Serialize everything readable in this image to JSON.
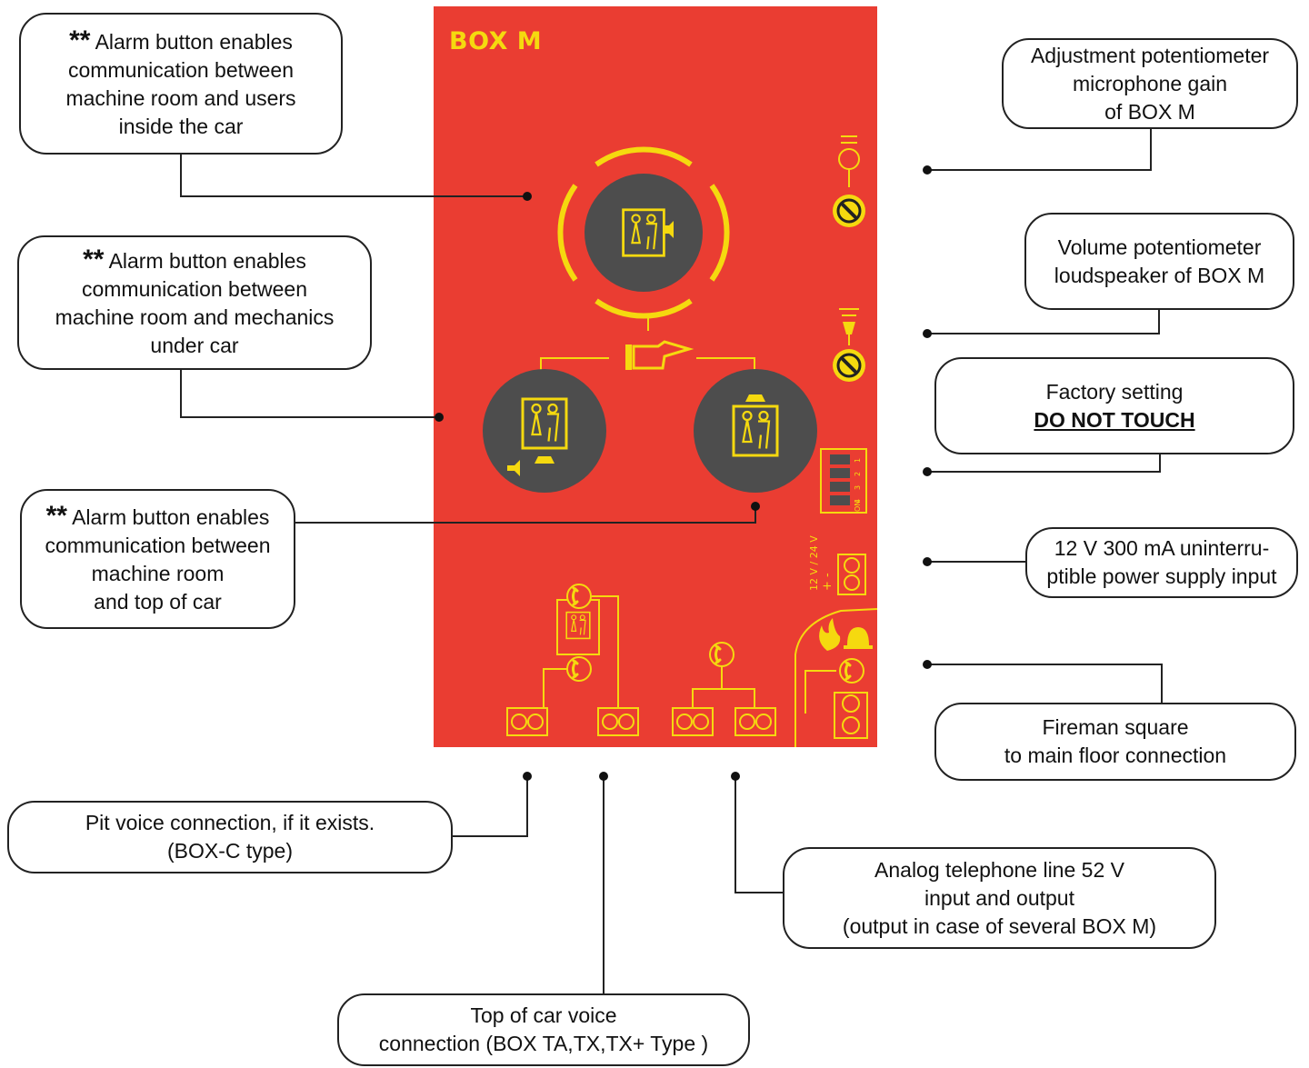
{
  "panel": {
    "title": "BOX M",
    "colors": {
      "panel_red": "#ea3d32",
      "accent_yellow": "#f5d90f",
      "button_gray": "#4d4d4d"
    },
    "dc_label": "12 V / 24 V",
    "polarity": "+ -",
    "dip_labels": [
      "1",
      "2",
      "3",
      "4"
    ],
    "dip_on": "ON",
    "icons": [
      "microphone-icon",
      "loudspeaker-icon",
      "pointing-hand-icon",
      "telephone-icon",
      "fire-icon",
      "bell-icon",
      "elevator-car-icon"
    ]
  },
  "callouts": {
    "alarm_car": {
      "stars": "**",
      "lines": [
        "Alarm button enables",
        "communication between",
        "machine room and users",
        "inside the car"
      ]
    },
    "alarm_under": {
      "stars": "**",
      "lines": [
        "Alarm button enables",
        "communication between",
        "machine room and mechanics",
        "under car"
      ]
    },
    "alarm_top": {
      "stars": "**",
      "lines": [
        "Alarm button enables",
        "communication between",
        "machine room",
        "and top of car"
      ]
    },
    "mic_gain": {
      "lines": [
        "Adjustment potentiometer",
        "microphone gain",
        "of BOX M"
      ]
    },
    "volume": {
      "lines": [
        "Volume potentiometer",
        "loudspeaker of BOX M"
      ]
    },
    "factory": {
      "lines": [
        "Factory setting"
      ],
      "warning": "DO NOT  TOUCH"
    },
    "power": {
      "lines": [
        "12 V 300 mA uninterru-",
        "ptible power supply input"
      ]
    },
    "fireman": {
      "lines": [
        "Fireman  square",
        "to main floor connection"
      ]
    },
    "pit": {
      "lines": [
        "Pit voice connection, if it exists.",
        "(BOX-C type)"
      ]
    },
    "telephone": {
      "lines": [
        "Analog telephone line 52 V",
        "input and output",
        "(output in case of several BOX M)"
      ]
    },
    "top_car": {
      "lines": [
        "Top of car voice",
        "connection (BOX TA,TX,TX+ Type )"
      ]
    }
  }
}
